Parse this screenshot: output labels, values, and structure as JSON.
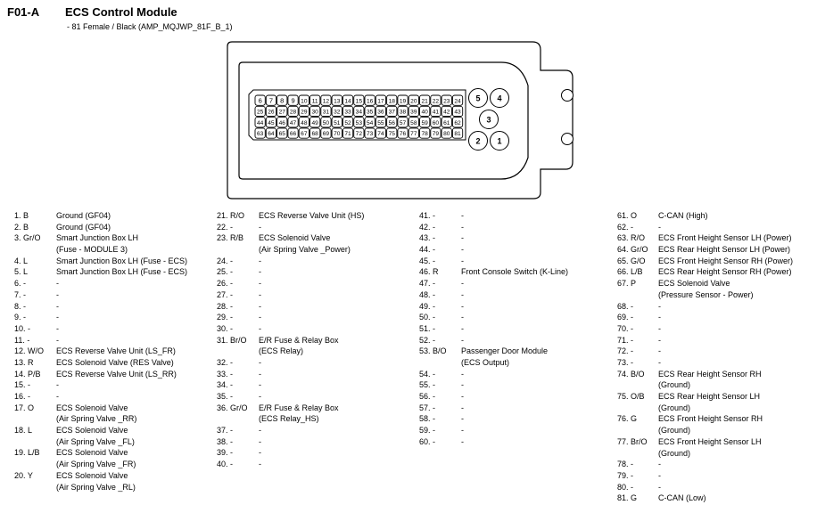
{
  "header": {
    "code": "F01-A",
    "title": "ECS Control Module",
    "subtitle": "- 81 Female / Black (AMP_MQJWP_81F_B_1)"
  },
  "connector": {
    "small_rows": [
      [
        "6",
        "7",
        "8",
        "9",
        "10",
        "11",
        "12",
        "13",
        "14",
        "15",
        "16",
        "17",
        "18",
        "19",
        "20",
        "21",
        "22",
        "23",
        "24"
      ],
      [
        "25",
        "26",
        "27",
        "28",
        "29",
        "30",
        "31",
        "32",
        "33",
        "34",
        "35",
        "36",
        "37",
        "38",
        "39",
        "40",
        "41",
        "42",
        "43"
      ],
      [
        "44",
        "45",
        "46",
        "47",
        "48",
        "49",
        "50",
        "51",
        "52",
        "53",
        "54",
        "55",
        "56",
        "57",
        "58",
        "59",
        "60",
        "61",
        "62"
      ],
      [
        "63",
        "64",
        "65",
        "66",
        "67",
        "68",
        "69",
        "70",
        "71",
        "72",
        "73",
        "74",
        "75",
        "76",
        "77",
        "78",
        "79",
        "80",
        "81"
      ]
    ],
    "large_pins": [
      "5",
      "4",
      "3",
      "2",
      "1"
    ]
  },
  "columns": [
    [
      {
        "pin": "1. B",
        "desc": "Ground (GF04)"
      },
      {
        "pin": "2. B",
        "desc": "Ground (GF04)"
      },
      {
        "pin": "3. Gr/O",
        "desc": "Smart Junction Box LH\n(Fuse - MODULE 3)"
      },
      {
        "pin": "4. L",
        "desc": "Smart Junction Box LH (Fuse - ECS)"
      },
      {
        "pin": "5. L",
        "desc": "Smart Junction Box LH (Fuse - ECS)"
      },
      {
        "pin": "6. -",
        "desc": "-"
      },
      {
        "pin": "7. -",
        "desc": "-"
      },
      {
        "pin": "8. -",
        "desc": "-"
      },
      {
        "pin": "9. -",
        "desc": "-"
      },
      {
        "pin": "10. -",
        "desc": "-"
      },
      {
        "pin": "11. -",
        "desc": "-"
      },
      {
        "pin": "12. W/O",
        "desc": "ECS Reverse Valve Unit (LS_FR)"
      },
      {
        "pin": "13. R",
        "desc": "ECS Solenoid Valve (RES Valve)"
      },
      {
        "pin": "14. P/B",
        "desc": "ECS Reverse Valve Unit (LS_RR)"
      },
      {
        "pin": "15. -",
        "desc": "-"
      },
      {
        "pin": "16. -",
        "desc": "-"
      },
      {
        "pin": "17. O",
        "desc": "ECS Solenoid Valve\n(Air Spring Valve _RR)"
      },
      {
        "pin": "18. L",
        "desc": "ECS Solenoid Valve\n(Air Spring Valve _FL)"
      },
      {
        "pin": "19. L/B",
        "desc": "ECS Solenoid Valve\n(Air Spring Valve _FR)"
      },
      {
        "pin": "20. Y",
        "desc": "ECS Solenoid Valve\n(Air Spring Valve _RL)"
      }
    ],
    [
      {
        "pin": "21. R/O",
        "desc": "ECS Reverse Valve Unit (HS)"
      },
      {
        "pin": "22. -",
        "desc": "-"
      },
      {
        "pin": "23. R/B",
        "desc": "ECS Solenoid Valve\n(Air Spring Valve _Power)"
      },
      {
        "pin": "24. -",
        "desc": "-"
      },
      {
        "pin": "25. -",
        "desc": "-"
      },
      {
        "pin": "26. -",
        "desc": "-"
      },
      {
        "pin": "27. -",
        "desc": "-"
      },
      {
        "pin": "28. -",
        "desc": "-"
      },
      {
        "pin": "29. -",
        "desc": "-"
      },
      {
        "pin": "30. -",
        "desc": "-"
      },
      {
        "pin": "31. Br/O",
        "desc": "E/R Fuse & Relay Box\n(ECS Relay)"
      },
      {
        "pin": "32. -",
        "desc": "-"
      },
      {
        "pin": "33. -",
        "desc": "-"
      },
      {
        "pin": "34. -",
        "desc": "-"
      },
      {
        "pin": "35. -",
        "desc": "-"
      },
      {
        "pin": "36. Gr/O",
        "desc": "E/R Fuse & Relay Box\n(ECS Relay_HS)"
      },
      {
        "pin": "37. -",
        "desc": "-"
      },
      {
        "pin": "38. -",
        "desc": "-"
      },
      {
        "pin": "39. -",
        "desc": "-"
      },
      {
        "pin": "40. -",
        "desc": "-"
      }
    ],
    [
      {
        "pin": "41. -",
        "desc": "-"
      },
      {
        "pin": "42. -",
        "desc": "-"
      },
      {
        "pin": "43. -",
        "desc": "-"
      },
      {
        "pin": "44. -",
        "desc": "-"
      },
      {
        "pin": "45. -",
        "desc": "-"
      },
      {
        "pin": "46. R",
        "desc": "Front Console Switch (K-Line)"
      },
      {
        "pin": "47. -",
        "desc": "-"
      },
      {
        "pin": "48. -",
        "desc": "-"
      },
      {
        "pin": "49. -",
        "desc": "-"
      },
      {
        "pin": "50. -",
        "desc": "-"
      },
      {
        "pin": "51. -",
        "desc": "-"
      },
      {
        "pin": "52. -",
        "desc": "-"
      },
      {
        "pin": "53. B/O",
        "desc": "Passenger Door Module\n(ECS Output)"
      },
      {
        "pin": "54. -",
        "desc": "-"
      },
      {
        "pin": "55. -",
        "desc": "-"
      },
      {
        "pin": "56. -",
        "desc": "-"
      },
      {
        "pin": "57. -",
        "desc": "-"
      },
      {
        "pin": "58. -",
        "desc": "-"
      },
      {
        "pin": "59. -",
        "desc": "-"
      },
      {
        "pin": "60. -",
        "desc": "-"
      }
    ],
    [
      {
        "pin": "61. O",
        "desc": "C-CAN (High)"
      },
      {
        "pin": "62. -",
        "desc": "-"
      },
      {
        "pin": "63. R/O",
        "desc": "ECS Front Height Sensor LH (Power)"
      },
      {
        "pin": "64. Gr/O",
        "desc": "ECS Rear Height Sensor LH (Power)"
      },
      {
        "pin": "65. G/O",
        "desc": "ECS Front Height Sensor RH (Power)"
      },
      {
        "pin": "66. L/B",
        "desc": "ECS Rear Height Sensor RH (Power)"
      },
      {
        "pin": "67. P",
        "desc": "ECS Solenoid Valve\n(Pressure Sensor - Power)"
      },
      {
        "pin": "68. -",
        "desc": "-"
      },
      {
        "pin": "69. -",
        "desc": "-"
      },
      {
        "pin": "70. -",
        "desc": "-"
      },
      {
        "pin": "71. -",
        "desc": "-"
      },
      {
        "pin": "72. -",
        "desc": "-"
      },
      {
        "pin": "73. -",
        "desc": "-"
      },
      {
        "pin": "74. B/O",
        "desc": "ECS Rear Height Sensor RH\n(Ground)"
      },
      {
        "pin": "75. O/B",
        "desc": "ECS Rear Height Sensor LH\n(Ground)"
      },
      {
        "pin": "76. G",
        "desc": "ECS Front Height Sensor RH\n(Ground)"
      },
      {
        "pin": "77. Br/O",
        "desc": "ECS Front Height Sensor LH\n(Ground)"
      },
      {
        "pin": "78. -",
        "desc": "-"
      },
      {
        "pin": "79. -",
        "desc": "-"
      },
      {
        "pin": "80. -",
        "desc": "-"
      },
      {
        "pin": "81. G",
        "desc": "C-CAN (Low)"
      }
    ]
  ]
}
